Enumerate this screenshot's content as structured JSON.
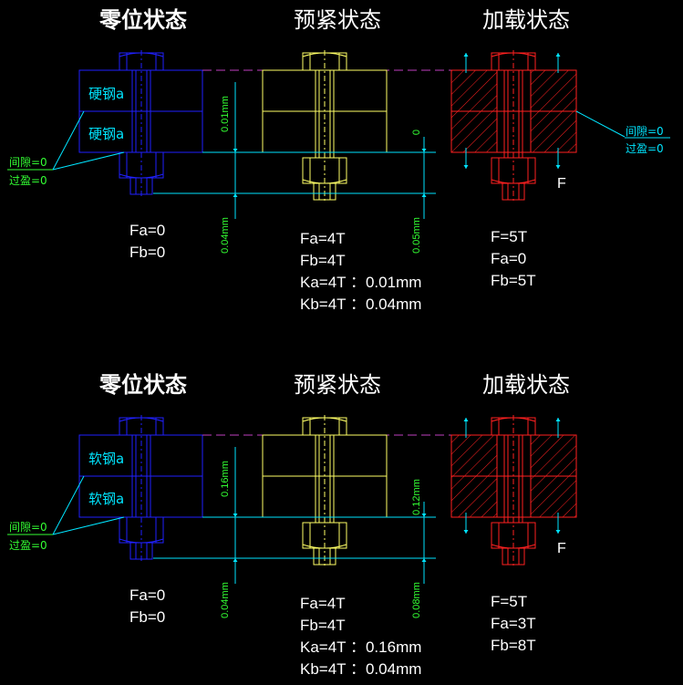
{
  "colors": {
    "background": "#000000",
    "blue": "#2020ff",
    "yellow": "#ffff66",
    "red": "#ff2020",
    "cyan": "#00e5ff",
    "green": "#33ff33",
    "white": "#ffffff",
    "magenta": "#c040c0"
  },
  "states": {
    "zero": "零位状态",
    "preload": "预紧状态",
    "load": "加载状态"
  },
  "panels": [
    {
      "id": "top",
      "material_a": "硬钢a",
      "material_b": "硬钢a",
      "left_gap": "间隙=0",
      "left_interference": "过盈=0",
      "right_gap": "间隙=0",
      "right_interference": "过盈=0",
      "dim_upper_left": "0.01mm",
      "dim_upper_right": "0",
      "dim_lower_left": "0.04mm",
      "dim_lower_right": "0.05mm",
      "force_label": "F",
      "zero_text": [
        "Fa=0",
        "Fb=0"
      ],
      "preload_text": [
        "Fa=4T",
        "Fb=4T",
        "Ka=4T ：0.01mm",
        "Kb=4T ：0.04mm"
      ],
      "load_text": [
        "F=5T",
        "Fa=0",
        "Fb=5T"
      ]
    },
    {
      "id": "bottom",
      "material_a": "软钢a",
      "material_b": "软钢a",
      "left_gap": "间隙=0",
      "left_interference": "过盈=0",
      "right_gap": "",
      "right_interference": "",
      "dim_upper_left": "0.16mm",
      "dim_upper_right": "0.12mm",
      "dim_lower_left": "0.04mm",
      "dim_lower_right": "0.08mm",
      "force_label": "F",
      "zero_text": [
        "Fa=0",
        "Fb=0"
      ],
      "preload_text": [
        "Fa=4T",
        "Fb=4T",
        "Ka=4T ：0.16mm",
        "Kb=4T ：0.04mm"
      ],
      "load_text": [
        "F=5T",
        "Fa=3T",
        "Fb=8T"
      ]
    }
  ]
}
